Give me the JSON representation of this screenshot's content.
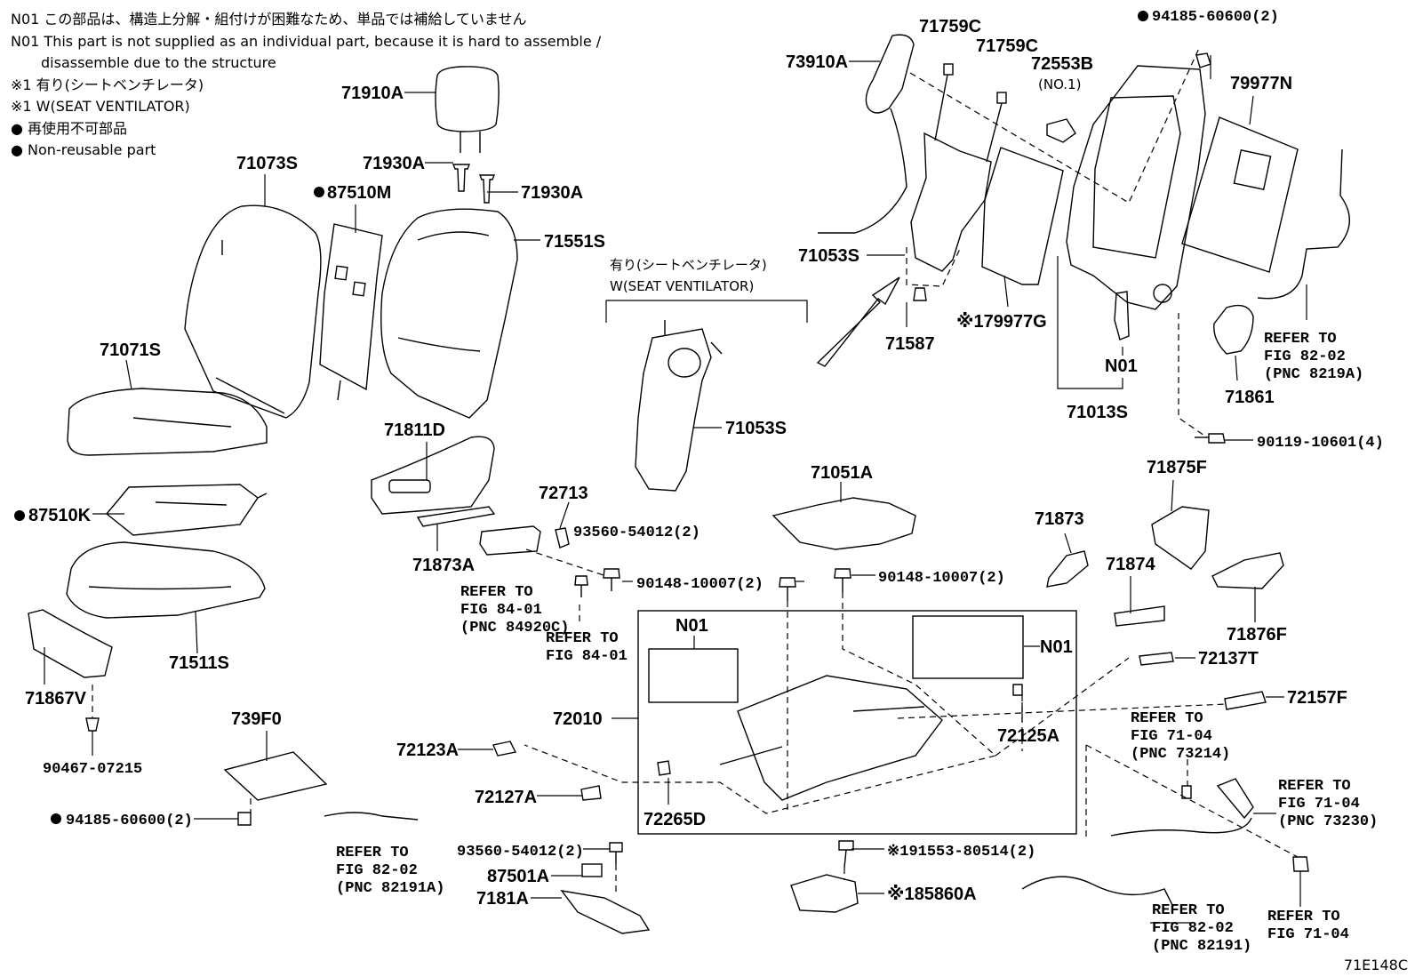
{
  "notes": {
    "n01_jp": "N01 この部品は、構造上分解・組付けが困難なため、単品では補給していません",
    "n01_en_1": "N01 This part is not supplied as an individual part, because it is hard to assemble /",
    "n01_en_2": "disassemble due to the structure",
    "x1_jp": "※1 有り(シートベンチレータ)",
    "x1_en": "※1 W(SEAT VENTILATOR)",
    "nr_jp": "● 再使用不可部品",
    "nr_en": "● Non-reusable part"
  },
  "ventilator_box": {
    "jp": "有り(シートベンチレータ)",
    "en": "W(SEAT VENTILATOR)"
  },
  "labels": {
    "p73910A": "73910A",
    "p71759C_a": "71759C",
    "p71759C_b": "71759C",
    "p72553B": "72553B",
    "p72553B_sub": "(NO.1)",
    "p94185_top": "94185-60600(2)",
    "p79977N": "79977N",
    "p71910A": "71910A",
    "p71930A_l": "71930A",
    "p71930A_r": "71930A",
    "p71073S": "71073S",
    "p87510M": "87510M",
    "p71551S": "71551S",
    "p71053S_top": "71053S",
    "p71587": "71587",
    "p79977G": "※179977G",
    "pN01_top": "N01",
    "p71013S": "71013S",
    "p71861": "71861",
    "p90119": "90119-10601(4)",
    "p71071S": "71071S",
    "p71053S_mid": "71053S",
    "p71811D": "71811D",
    "p72713": "72713",
    "p93560_a": "93560-54012(2)",
    "p71051A": "71051A",
    "p71875F": "71875F",
    "p71873": "71873",
    "p87510K": "87510K",
    "p71873A": "71873A",
    "p90148_a": "90148-10007(2)",
    "p90148_b": "90148-10007(2)",
    "p71874": "71874",
    "p71876F": "71876F",
    "p71511S": "71511S",
    "pN01_l": "N01",
    "pN01_r": "N01",
    "p72137T": "72137T",
    "p71867V": "71867V",
    "p72010": "72010",
    "p72157F": "72157F",
    "p739F0": "739F0",
    "p72125A": "72125A",
    "p72123A": "72123A",
    "p90467": "90467-07215",
    "p72127A": "72127A",
    "p72265D": "72265D",
    "p94185_bot": "94185-60600(2)",
    "p93560_b": "93560-54012(2)",
    "p191553": "※191553-80514(2)",
    "p87501A": "87501A",
    "p7181A": "7181A",
    "p185860A": "※185860A"
  },
  "refs": {
    "r8401c": [
      "REFER TO",
      "FIG 84-01",
      "(PNC 84920C)"
    ],
    "r8401": [
      "REFER TO",
      "FIG 84-01"
    ],
    "r8202a": [
      "REFER TO",
      "FIG 82-02",
      "(PNC 8219A)"
    ],
    "r7104a": [
      "REFER TO",
      "FIG 71-04",
      "(PNC 73214)"
    ],
    "r7104b": [
      "REFER TO",
      "FIG 71-04",
      "(PNC 73230)"
    ],
    "r8202b": [
      "REFER TO",
      "FIG 82-02",
      "(PNC 82191A)"
    ],
    "r8202c": [
      "REFER TO",
      "FIG 82-02",
      "(PNC 82191)"
    ],
    "r7104c": [
      "REFER TO",
      "FIG 71-04"
    ]
  },
  "figure_code": "71E148C"
}
